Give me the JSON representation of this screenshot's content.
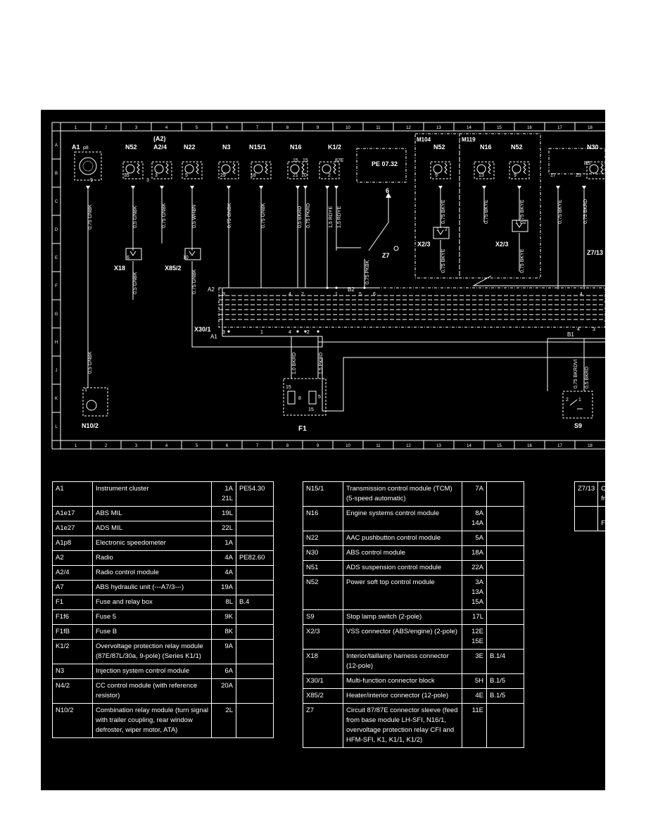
{
  "grid": {
    "columns": [
      "1",
      "2",
      "3",
      "4",
      "5",
      "6",
      "7",
      "8",
      "9",
      "10",
      "11",
      "12",
      "13",
      "14",
      "15",
      "16",
      "17",
      "18"
    ],
    "rows": [
      "A",
      "B",
      "C",
      "D",
      "E",
      "F",
      "G",
      "H",
      "J",
      "K",
      "L"
    ]
  },
  "components": {
    "a1": "A1",
    "a1_sub": "p8",
    "a2_group": "(A2)",
    "a24": "A2/4",
    "n52a": "N52",
    "n22": "N22",
    "n3": "N3",
    "n151": "N15/1",
    "n16a": "N16",
    "k12": "K1/2",
    "m104": "M104",
    "n52b": "N52",
    "m119": "M119",
    "n16b": "N16",
    "n52c": "N52",
    "n30": "N30",
    "x18": "X18",
    "x852": "X85/2",
    "x23a": "X2/3",
    "x23b": "X2/3",
    "x301": "X30/1",
    "z7": "Z7",
    "z713": "Z7/13",
    "n102": "N10/2",
    "f1": "F1",
    "s9": "S9",
    "a2_pin": "A2",
    "a1_pin": "A1",
    "b2_pin": "B2",
    "b1_pin": "B1",
    "pe_ref": "PE 07.32",
    "ref6": "6"
  },
  "pins": {
    "a1": "9",
    "n52a": "35",
    "a24": "3",
    "a24_left": "3",
    "n22": "5",
    "n3": "29",
    "n151": "18",
    "n16a_1": "15",
    "n16a_2": "15",
    "n16a_3": "21",
    "n16a_4": "10",
    "k12_1": "2",
    "k12_2": "87E",
    "n52b": "9",
    "n16b": "13",
    "n52c": "9",
    "n30_1": "17",
    "n30_2": "25",
    "n30_3": "BS",
    "x18": "6",
    "x852": "10",
    "x301_a": "3",
    "x301_b": "4",
    "x301_c": "2",
    "x301_d": "1",
    "a2_a": "3",
    "a2_b": "4",
    "a2_c": "2",
    "a2_d": "1",
    "b2_a": "5",
    "b2_b": "6",
    "b1_a": "4",
    "b1_b": "3",
    "right_4": "4",
    "f1_a": "15",
    "f1_b": "8",
    "f1_c": "15",
    "f1_d": "5",
    "s9_a": "2",
    "s9_b": "1",
    "n102": "1",
    "x23a_1": "1",
    "x23a_2": "2",
    "x23b_1": "1",
    "x23b_2": "2"
  },
  "wires": {
    "w_a1": "0,75 GNBK",
    "w_n52a": "0,5 GNBK",
    "w_a24": "0,75 GNBK",
    "w_n22": "0,5 WHBN",
    "w_n3": "0,75 GNBK",
    "w_n151": "0,75 GNBK",
    "w_n16_1": "0,5 BKRD",
    "w_n16_2": "0,75 PKRD",
    "w_k12_1": "1,5 RDYE",
    "w_k12_2": "1,5 RDYE",
    "w_n52b": "0,75 BKYE",
    "w_n16b": "0,75 BKYE",
    "w_n52c": "0,75 BKYE",
    "w_n30_1": "0,75 BKYE",
    "w_n30_2": "0,75 BKRD",
    "w_x18": "0,5 GNBK",
    "w_x852": "0,75 GNBK",
    "w_x23a": "0,75 BKYE",
    "w_x23b": "0,75 BKYE",
    "w_z7": "0,75 PKBK",
    "w_n102": "0,5 GNBK",
    "w_f1_1": "1,0 BKRD",
    "w_f1_2": "1,5 PKRD",
    "w_s9_1": "0,75 BKRDVI",
    "w_s9_2": "0,5 BKRD"
  },
  "legend_left": [
    {
      "code": "A1",
      "desc": "Instrument cluster",
      "loc": "1A\n21L",
      "ref": "PE54.30"
    },
    {
      "code": "A1e17",
      "desc": "ABS MIL",
      "loc": "19L",
      "ref": ""
    },
    {
      "code": "A1e27",
      "desc": "ADS MIL",
      "loc": "22L",
      "ref": ""
    },
    {
      "code": "A1p8",
      "desc": "Electronic speedometer",
      "loc": "1A",
      "ref": ""
    },
    {
      "code": "A2",
      "desc": "Radio",
      "loc": "4A",
      "ref": "PE82.60"
    },
    {
      "code": "A2/4",
      "desc": "Radio control module",
      "loc": "4A",
      "ref": ""
    },
    {
      "code": "A7",
      "desc": "ABS hydraulic unit (---A7/3---)",
      "loc": "19A",
      "ref": ""
    },
    {
      "code": "F1",
      "desc": "Fuse and relay box",
      "loc": "8L",
      "ref": "B.4"
    },
    {
      "code": "F1f6",
      "desc": "Fuse 5",
      "loc": "9K",
      "ref": ""
    },
    {
      "code": "F1fB",
      "desc": "Fuse B",
      "loc": "8K",
      "ref": ""
    },
    {
      "code": "K1/2",
      "desc": "Overvoltage protection relay module (87E/87L/30a, 9-pole) (Series K1/1)",
      "loc": "9A",
      "ref": ""
    },
    {
      "code": "N3",
      "desc": "Injection system control module",
      "loc": "6A",
      "ref": ""
    },
    {
      "code": "N4/2",
      "desc": "CC control module (with reference resistor)",
      "loc": "20A",
      "ref": ""
    },
    {
      "code": "N10/2",
      "desc": "Combination relay module (turn signal with trailer coupling, rear window defroster, wiper motor, ATA)",
      "loc": "2L",
      "ref": ""
    }
  ],
  "legend_mid": [
    {
      "code": "N15/1",
      "desc": "Transmission control module (TCM) (5-speed automatic)",
      "loc": "7A",
      "ref": ""
    },
    {
      "code": "N16",
      "desc": "Engine systems control module",
      "loc": "8A\n14A",
      "ref": ""
    },
    {
      "code": "N22",
      "desc": "AAC pushbutton control module",
      "loc": "5A",
      "ref": ""
    },
    {
      "code": "N30",
      "desc": "ABS control module",
      "loc": "18A",
      "ref": ""
    },
    {
      "code": "N51",
      "desc": "ADS suspension control module",
      "loc": "22A",
      "ref": ""
    },
    {
      "code": "N52",
      "desc": "Power soft top control module",
      "loc": "3A\n13A\n15A",
      "ref": ""
    },
    {
      "code": "S9",
      "desc": "Stop lamp switch (2-pole)",
      "loc": "17L",
      "ref": ""
    },
    {
      "code": "X2/3",
      "desc": "VSS connector (ABS/engine) (2-pole)",
      "loc": "12E\n15E",
      "ref": ""
    },
    {
      "code": "X18",
      "desc": "Interior/taillamp harness connector (12-pole)",
      "loc": "3E",
      "ref": "B.1/4"
    },
    {
      "code": "X30/1",
      "desc": "Multi-function connector block",
      "loc": "5H",
      "ref": "B.1/5"
    },
    {
      "code": "X85/2",
      "desc": "Heater/interior connector (12-pole)",
      "loc": "4E",
      "ref": "B.1/5"
    },
    {
      "code": "Z7",
      "desc": "Circuit 87/87E connector sleeve (feed from base module LH-SFI, N16/1, overvoltage protection relay CFI and HFM-SFI, K1, K1/1, K1/2)",
      "loc": "11E",
      "ref": ""
    }
  ],
  "legend_right": [
    {
      "code": "Z7/13",
      "desc": "Ci\nfrc"
    },
    {
      "code": "",
      "desc": "\n Fu"
    }
  ]
}
